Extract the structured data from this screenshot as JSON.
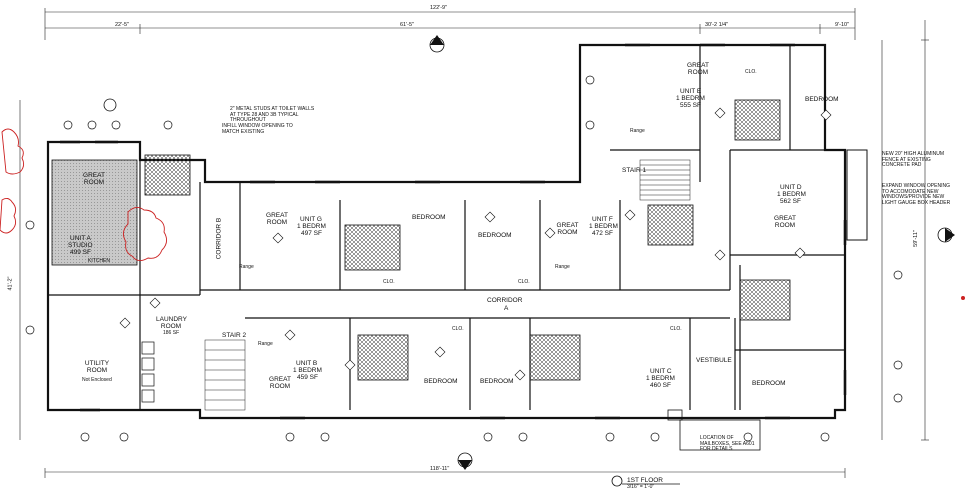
{
  "dimensions": {
    "top_overall": "122'-9\"",
    "top_left": "22'-5\"",
    "top_middle": "61'-5\"",
    "top_right": "30'-2 1/4\"",
    "top_far_right": "9'-10\"",
    "bottom_overall": "118'-11\"",
    "right_vertical": "59'-11\"",
    "left_vertical": "41'-2\""
  },
  "units": [
    {
      "id": "unit-a",
      "name": "UNIT A",
      "type": "STUDIO",
      "area": "499 SF"
    },
    {
      "id": "unit-b",
      "name": "UNIT B",
      "type": "1 BEDRM",
      "area": "459 SF"
    },
    {
      "id": "unit-c",
      "name": "UNIT C",
      "type": "1 BEDRM",
      "area": "460 SF"
    },
    {
      "id": "unit-d",
      "name": "UNIT D",
      "type": "1 BEDRM",
      "area": "562 SF"
    },
    {
      "id": "unit-e",
      "name": "UNIT E",
      "type": "1 BEDRM",
      "area": "555 SF"
    },
    {
      "id": "unit-f",
      "name": "UNIT F",
      "type": "1 BEDRM",
      "area": "472 SF"
    },
    {
      "id": "unit-g",
      "name": "UNIT G",
      "type": "1 BEDRM",
      "area": "497 SF"
    }
  ],
  "rooms": {
    "great_room": "GREAT ROOM",
    "bedroom": "BEDROOM",
    "corridor": "CORRIDOR",
    "corridor_b": "CORRIDOR B",
    "corridor_letter": "A",
    "laundry": "LAUNDRY ROOM",
    "laundry_area": "186 SF",
    "utility": "UTILITY ROOM",
    "utility_note": "Not Enclosed",
    "stair1": "STAIR 1",
    "stair2": "STAIR 2",
    "vestibule": "VESTIBULE",
    "clo": "CLO.",
    "kitchen": "KITCHEN",
    "range": "Range"
  },
  "notes": {
    "metal_studs": "2\" METAL STUDS AT TOILET WALLS AT TYPE 28 AND 3B TYPICAL THROUGHOUT",
    "infill_window": "INFILL WINDOW OPENING TO MATCH EXISTING",
    "aluminum_fence": "NEW 20\" HIGH ALUMINUM FENCE AT EXISTING CONCRETE PAD",
    "expand_window": "EXPAND WINDOW OPENING TO ACCOMODATE NEW WINDOWS/PROVIDE NEW LIGHT GAUGE BOX HEADER",
    "mailboxes": "LOCATION OF MAILBOXES, SEE A601 FOR DETAILS"
  },
  "title_block": {
    "title": "1ST FLOOR",
    "scale": "3/16\" = 1'-0\""
  }
}
